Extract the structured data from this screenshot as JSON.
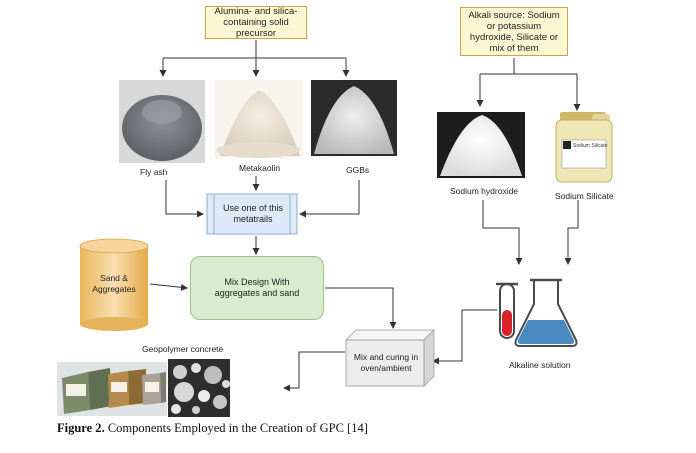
{
  "precursor_box": {
    "text": "Alumina- and silica-containing solid precursor"
  },
  "alkali_box": {
    "text": "Alkali source: Sodium or potassium hydroxide, Silicate or mix of them"
  },
  "labels": {
    "fly_ash": "Fly ash",
    "metakaolin": "Metakaolin",
    "ggbs": "GGBs",
    "sodium_hydroxide": "Sodium hydroxide",
    "sodium_silicate": "Sodium Silicate",
    "sand_aggregates": "Sand & Aggregates",
    "geopolymer_concrete": "Geopolymer concrete",
    "alkaline_solution": "Alkaline solution",
    "silicate_bottle_label": "Sodium Silicate"
  },
  "use_one_box": {
    "text": "Use one of this metatrails"
  },
  "mix_design_box": {
    "text": "Mix Design With aggregates and sand"
  },
  "mix_curing_box": {
    "text": "Mix and curing in oven/ambient"
  },
  "caption": {
    "prefix": "Figure 2.",
    "text": " Components Employed in the Creation of GPC [14]"
  },
  "colors": {
    "yellow_box_fill": "#fdf6d2",
    "yellow_box_border": "#c9a44a",
    "blue_box_fill": "#dde9f6",
    "green_box_fill": "#d8ecd0",
    "grey_box_fill": "#ececec",
    "flask_liquid": "#4a88c0",
    "tube_liquid": "#d9242b"
  }
}
